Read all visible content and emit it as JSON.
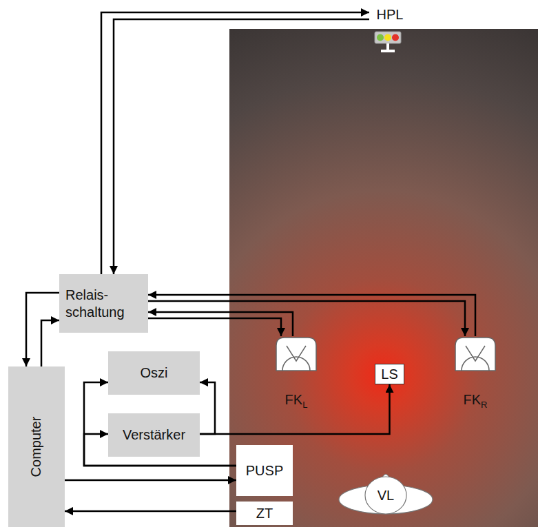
{
  "diagram": {
    "nodes": [
      {
        "text": [
          "HPL"
        ]
      },
      {
        "text": [
          "Relais- schaltung"
        ]
      },
      {
        "text": [
          "Computer"
        ]
      },
      {
        "text": [
          "Oszi"
        ]
      },
      {
        "text": [
          "Verstärker"
        ]
      },
      {
        "text": [
          "FK",
          "L"
        ]
      },
      {
        "text": [
          "LS"
        ]
      },
      {
        "text": [
          "FK",
          "R"
        ]
      },
      {
        "text": [
          "PUSP"
        ]
      },
      {
        "text": [
          "ZT"
        ]
      },
      {
        "text": [
          "VL"
        ]
      }
    ],
    "edges": [
      {
        "from": 1,
        "to": 0,
        "arrow": "to"
      },
      {
        "from": 0,
        "to": 1,
        "arrow": "to"
      },
      {
        "from": 1,
        "to": 2,
        "arrow": "to"
      },
      {
        "from": 2,
        "to": 1,
        "arrow": "to"
      },
      {
        "from": 7,
        "to": 1,
        "arrow": "to"
      },
      {
        "from": 1,
        "to": 7,
        "arrow": "to"
      },
      {
        "from": 5,
        "to": 1,
        "arrow": "to"
      },
      {
        "from": 1,
        "to": 5,
        "arrow": "to"
      },
      {
        "from": 2,
        "to": 8,
        "arrow": "to"
      },
      {
        "from": 9,
        "to": 2,
        "arrow": "to"
      },
      {
        "from": 8,
        "to": 3,
        "arrow": "to"
      },
      {
        "from": 8,
        "to": 4,
        "arrow": "to"
      },
      {
        "from": 4,
        "to": 6,
        "arrow": "to"
      },
      {
        "from": 4,
        "to": 3,
        "arrow": "to"
      }
    ]
  }
}
